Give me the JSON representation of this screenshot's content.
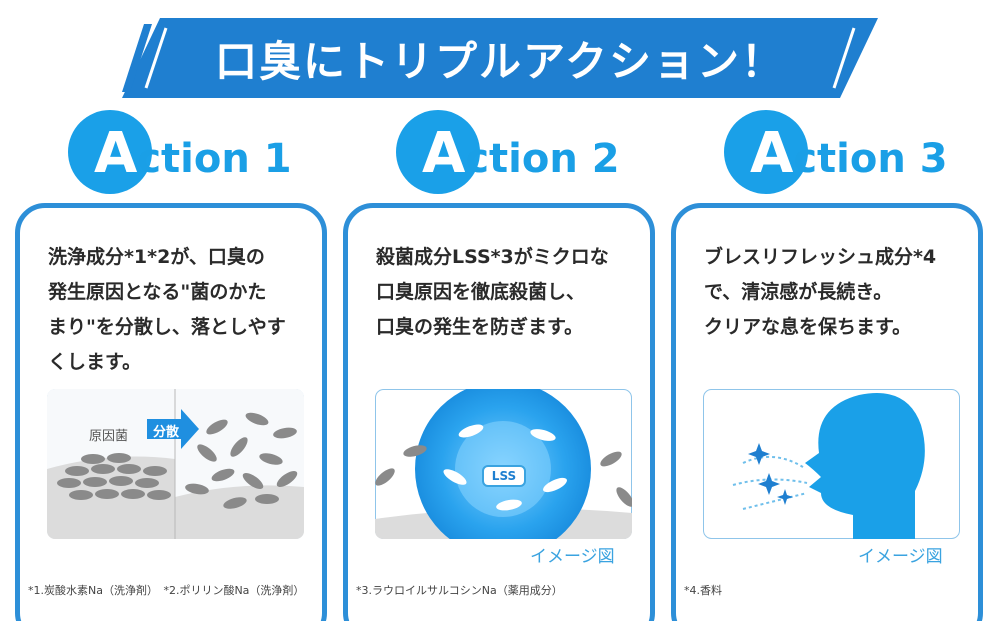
{
  "banner": {
    "title": "口臭にトリプルアクション！"
  },
  "colors": {
    "brand_blue": "#1a9fe6",
    "border_blue": "#2d8fd8",
    "banner_blue": "#1f7fd0"
  },
  "actions": [
    {
      "label_first": "A",
      "label_rest": "ction 1",
      "text_lines": [
        "洗浄成分*1*2が、口臭の",
        "発生原因となる\"菌のかた",
        "まり\"を分散し、落としやす",
        "くします。"
      ],
      "illus": {
        "label_left": "原因菌",
        "arrow_label": "分散"
      },
      "footnote": "*1.炭酸水素Na（洗浄剤）　*2.ポリリン酸Na（洗浄剤）"
    },
    {
      "label_first": "A",
      "label_rest": "ction 2",
      "text_lines": [
        "殺菌成分LSS*3がミクロな",
        "口臭原因を徹底殺菌し、",
        "口臭の発生を防ぎます。"
      ],
      "illus": {
        "badge": "LSS"
      },
      "image_note": "イメージ図",
      "footnote": "*3.ラウロイルサルコシンNa（薬用成分）"
    },
    {
      "label_first": "A",
      "label_rest": "ction 3",
      "text_lines": [
        "ブレスリフレッシュ成分*4",
        "で、清涼感が長続き。",
        "クリアな息を保ちます。"
      ],
      "image_note": "イメージ図",
      "footnote": "*4.香料"
    }
  ]
}
